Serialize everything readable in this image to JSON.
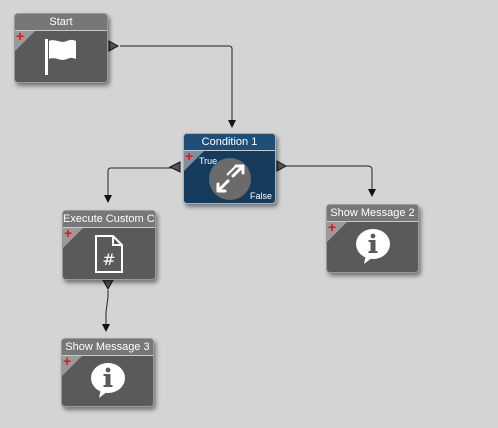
{
  "nodes": {
    "start": {
      "title": "Start",
      "icon": "flag-icon"
    },
    "condition": {
      "title": "Condition 1",
      "true_label": "True",
      "false_label": "False",
      "icon": "condition-arrows-icon"
    },
    "execute": {
      "title": "Execute Custom Co",
      "icon": "code-file-icon"
    },
    "show2": {
      "title": "Show Message 2",
      "icon": "info-bubble-icon"
    },
    "show3": {
      "title": "Show Message 3",
      "icon": "info-bubble-icon"
    }
  },
  "add_symbol": "+",
  "colors": {
    "canvas": "#d4d4d4",
    "node_gray": "#5a5a5a",
    "node_blue": "#163c5d",
    "add_red": "#e8101e",
    "connector": "#222222"
  }
}
